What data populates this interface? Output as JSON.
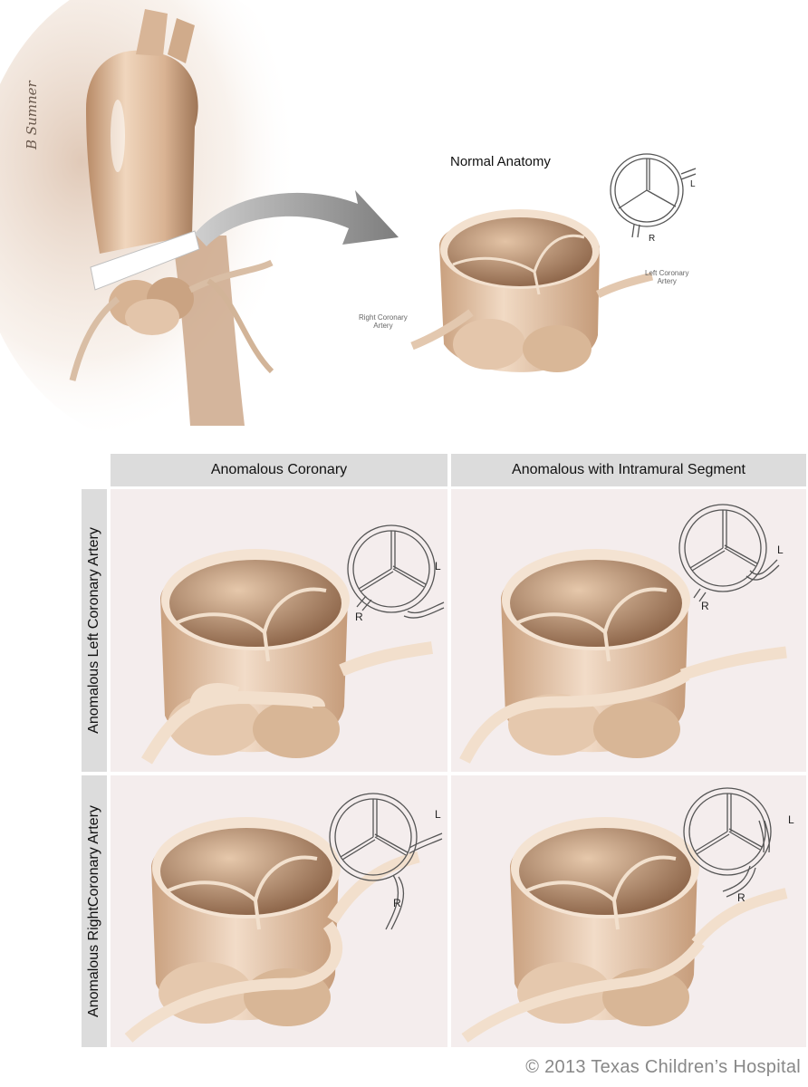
{
  "normal": {
    "title": "Normal Anatomy",
    "left_label_1": "Left Coronary",
    "left_label_2": "Artery",
    "right_label_1": "Right Coronary",
    "right_label_2": "Artery",
    "schem_L": "L",
    "schem_R": "R"
  },
  "signature": "B Sumner",
  "columns": [
    "Anomalous Coronary",
    "Anomalous with Intramural Segment"
  ],
  "rows": [
    "Anomalous Left Coronary Artery",
    "Anomalous RightCoronary Artery"
  ],
  "schematic_labels": {
    "L": "L",
    "R": "R"
  },
  "copyright": "© 2013 Texas Children’s Hospital",
  "colors": {
    "tissue": "#e8c8a8",
    "tissue_dark": "#b48a66",
    "header_gray": "#dcdcdc",
    "cell_bg": "#f4eded",
    "arrow_gray": "#8a8a8a"
  }
}
